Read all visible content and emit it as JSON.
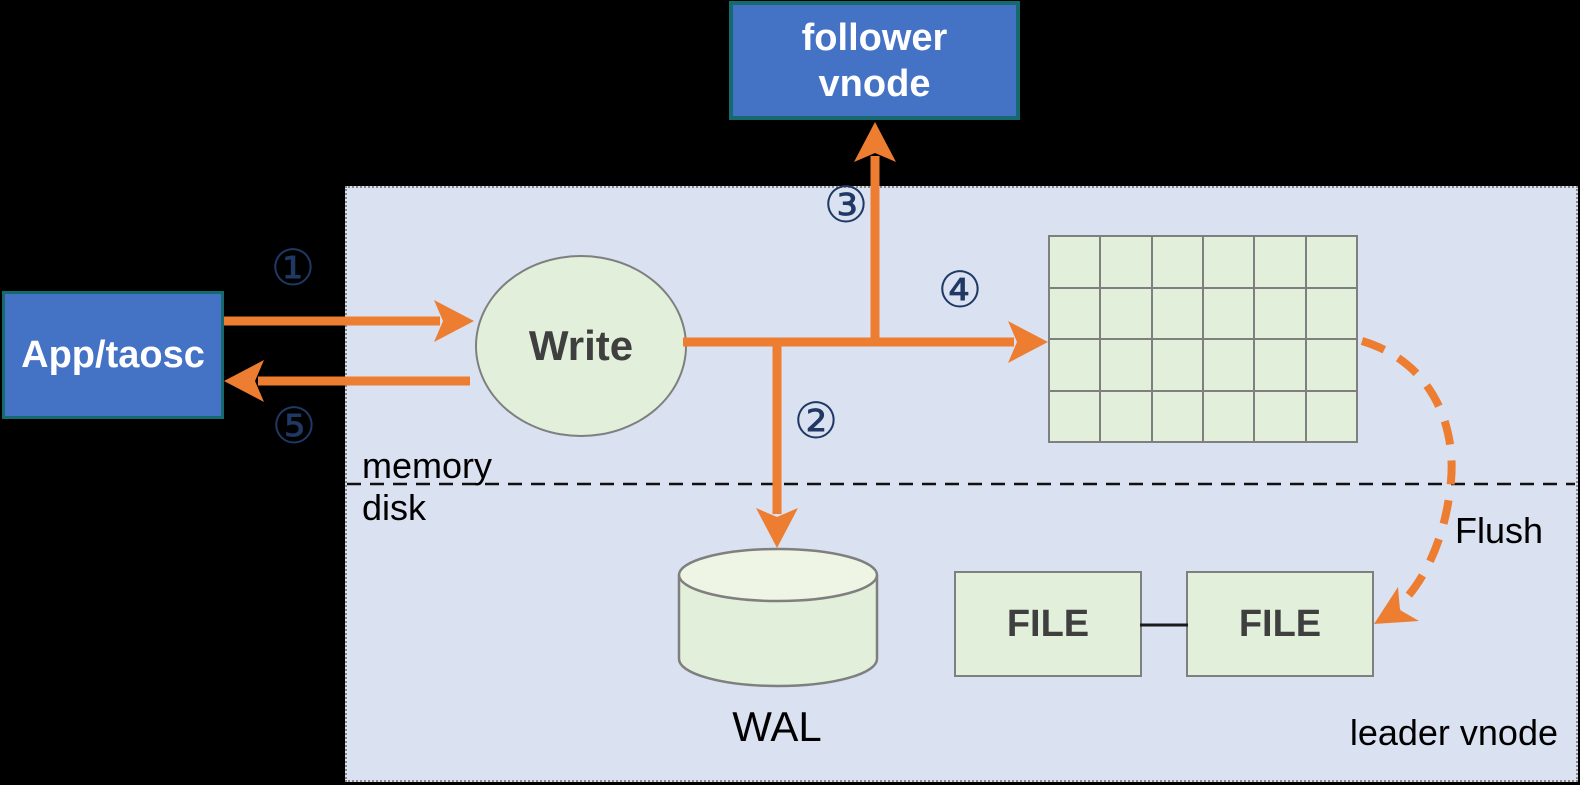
{
  "colors": {
    "background": "#000000",
    "container_fill": "#dae1f1",
    "container_border": "#8a8a8a",
    "node_blue_fill": "#4472c4",
    "node_blue_border": "#156a70",
    "node_green_fill": "#e2efda",
    "node_green_top": "#eef5e4",
    "shape_stroke": "#7f7f7f",
    "arrow_orange": "#ed7d31",
    "step_number_navy": "#1f3864",
    "node_text_dark": "#3f3f3f",
    "label_text_black": "#000000",
    "node_text_white": "#ffffff"
  },
  "nodes": {
    "follower_vnode": {
      "line1": "follower",
      "line2": "vnode"
    },
    "app_taosc": {
      "label": "App/taosc"
    },
    "write": {
      "label": "Write"
    },
    "wal": {
      "label": "WAL"
    },
    "file_left": {
      "label": "FILE"
    },
    "file_right": {
      "label": "FILE"
    }
  },
  "labels": {
    "memory": "memory",
    "disk": "disk",
    "flush": "Flush",
    "leader_vnode": "leader vnode"
  },
  "steps": {
    "step1": "①",
    "step2": "②",
    "step3": "③",
    "step4": "④",
    "step5": "⑤"
  },
  "grid": {
    "rows": 4,
    "cols": 6
  }
}
